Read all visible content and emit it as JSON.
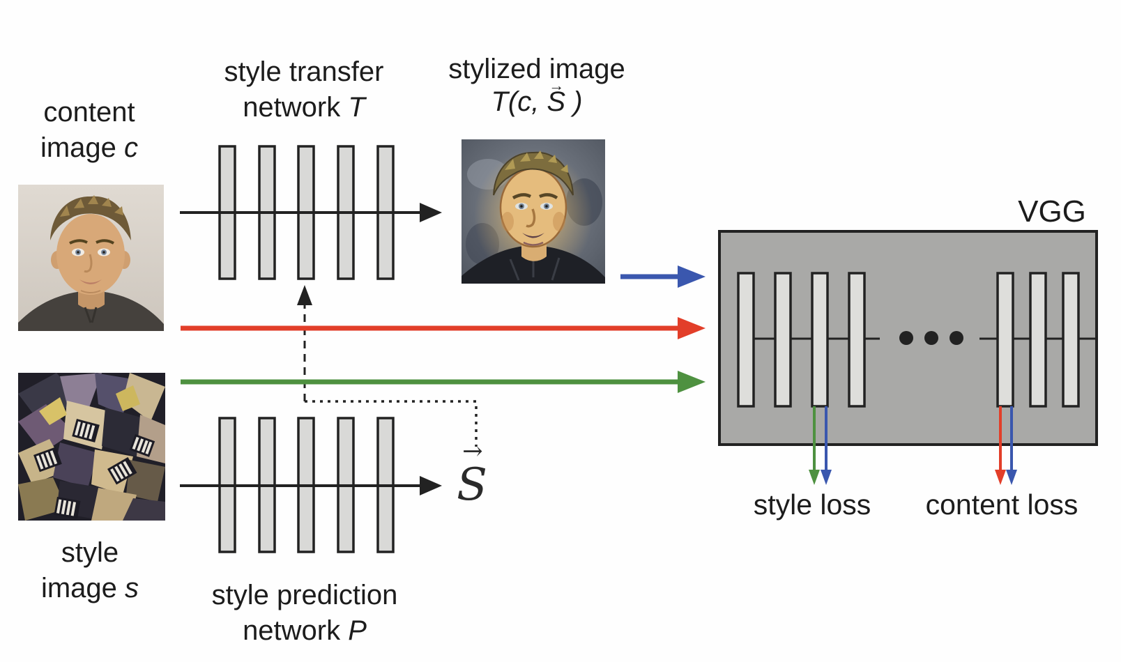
{
  "figure": {
    "content_image": {
      "label_line1": "content",
      "label_line2_prefix": "image ",
      "label_var": "c"
    },
    "transfer_network": {
      "label_line1": "style transfer",
      "label_line2_prefix": "network ",
      "label_var": "T"
    },
    "stylized_image": {
      "label_line1": "stylized image",
      "formula_prefix": "T(c, ",
      "formula_symbol": "S",
      "formula_arrow": "→",
      "formula_suffix": " )"
    },
    "vgg": {
      "label": "VGG"
    },
    "style_vector": {
      "symbol": "S",
      "arrow": "→"
    },
    "losses": {
      "style": "style loss",
      "content": "content loss"
    },
    "style_image": {
      "label_line1": "style",
      "label_line2_prefix": "image ",
      "label_var": "s"
    },
    "prediction_network": {
      "label_line1": "style prediction",
      "label_line2_prefix": "network ",
      "label_var": "P"
    }
  },
  "colors": {
    "ink": "#222222",
    "red": "#e23e29",
    "green": "#4e9140",
    "blue": "#3a57ae",
    "box": "#a9a9a7",
    "bar": "#d9d9d7",
    "barlight": "#dededb",
    "text": "#1c1c1c"
  }
}
